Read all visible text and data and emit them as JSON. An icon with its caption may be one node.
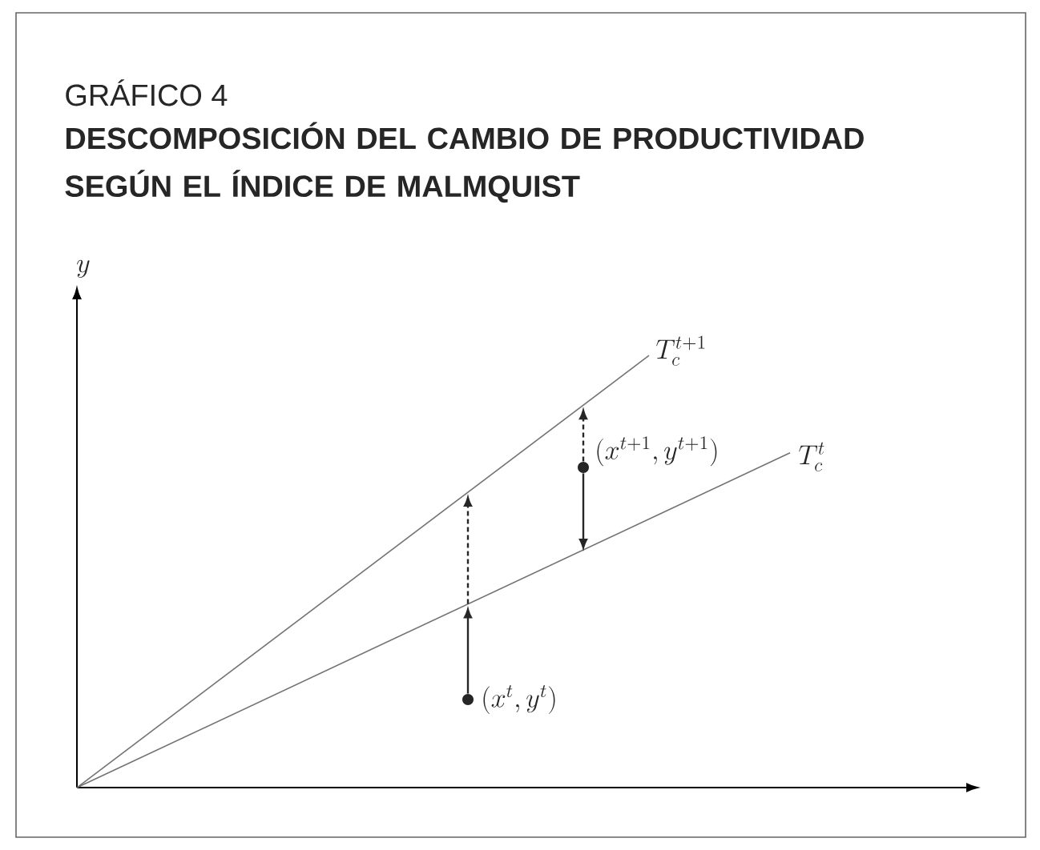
{
  "diagram": {
    "title": "DESCOMPOSICIÓN DEL CAMBIO DE PRODUCTIVIDAD SEGÚN EL ÍNDICE DE MALMQUIST",
    "nodes": [
      {
        "text": [],
        "shape": "circle",
        "beside": [
          "(x^{t}, y^{t})"
        ]
      },
      {
        "text": [],
        "shape": "circle",
        "beside": [
          "(x^{t+1}, y^{t+1})"
        ]
      }
    ],
    "edges": [
      {
        "from": 0,
        "to": null,
        "arrow": "to"
      },
      {
        "from": 1,
        "to": null,
        "arrow": "to"
      },
      {
        "from": 1,
        "to": null,
        "arrow": "to",
        "style": "dashed"
      }
    ],
    "labels": [
      "GRÁFICO 4",
      "y",
      "T_c^{t+1}",
      "T_c^{t}"
    ]
  }
}
